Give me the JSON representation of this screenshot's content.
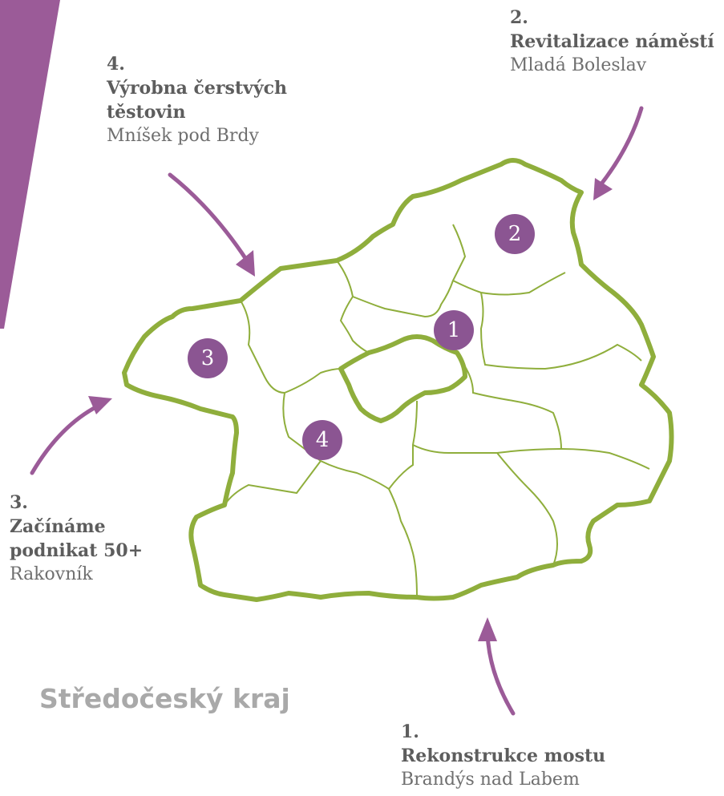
{
  "region": {
    "title": "Středočeský kraj"
  },
  "projects": [
    {
      "number": "1.",
      "name": "Rekonstrukce mostu",
      "place": "Brandýs nad Labem",
      "marker": "1"
    },
    {
      "number": "2.",
      "name": "Revitalizace náměstí",
      "place": "Mladá Boleslav",
      "marker": "2"
    },
    {
      "number": "3.",
      "name_line1": "Začínáme",
      "name_line2": "podnikat 50+",
      "place": "Rakovník",
      "marker": "3"
    },
    {
      "number": "4.",
      "name_line1": "Výrobna čerstvých",
      "name_line2": "těstovin",
      "place": "Mníšek pod Brdy",
      "marker": "4"
    }
  ],
  "colors": {
    "accent": "#8b5592",
    "border": "#8fae3c",
    "banner": "#9b5b98"
  }
}
